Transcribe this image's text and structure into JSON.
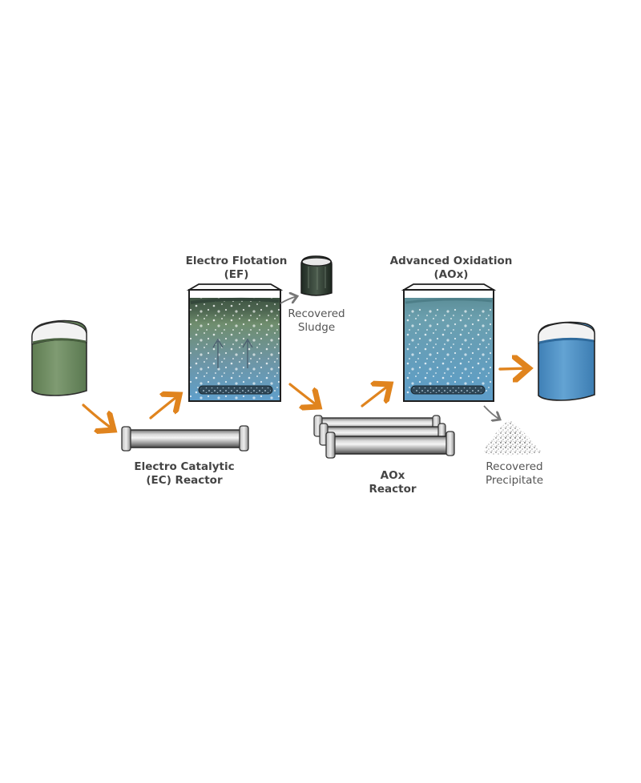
{
  "diagram": {
    "title": "Water treatment process flow",
    "nodes": [
      {
        "id": "input",
        "kind": "beaker",
        "label": "",
        "color": "#6e8a5e"
      },
      {
        "id": "ec",
        "kind": "reactor",
        "label_line1": "Electro Catalytic",
        "label_line2": "(EC) Reactor"
      },
      {
        "id": "ef",
        "kind": "tank",
        "label_line1": "Electro Flotation",
        "label_line2": "(EF)"
      },
      {
        "id": "sludge",
        "kind": "container",
        "label_line1": "Recovered",
        "label_line2": "Sludge",
        "color": "#2f3d30"
      },
      {
        "id": "aox_reactor",
        "kind": "reactor-bundle",
        "label_line1": "AOx",
        "label_line2": "Reactor"
      },
      {
        "id": "aox",
        "kind": "tank",
        "label_line1": "Advanced Oxidation",
        "label_line2": "(AOx)"
      },
      {
        "id": "precipitate",
        "kind": "pile",
        "label_line1": "Recovered",
        "label_line2": "Precipitate"
      },
      {
        "id": "output",
        "kind": "beaker",
        "label": "",
        "color": "#4f8fc0"
      }
    ],
    "edges": [
      {
        "from": "input",
        "to": "ec",
        "color": "#e0841e"
      },
      {
        "from": "ec",
        "to": "ef",
        "color": "#e0841e"
      },
      {
        "from": "ef",
        "to": "sludge",
        "color": "#777777"
      },
      {
        "from": "ef",
        "to": "aox_reactor",
        "color": "#e0841e"
      },
      {
        "from": "aox_reactor",
        "to": "aox",
        "color": "#e0841e"
      },
      {
        "from": "aox",
        "to": "precipitate",
        "color": "#777777"
      },
      {
        "from": "aox",
        "to": "output",
        "color": "#e0841e"
      }
    ]
  }
}
